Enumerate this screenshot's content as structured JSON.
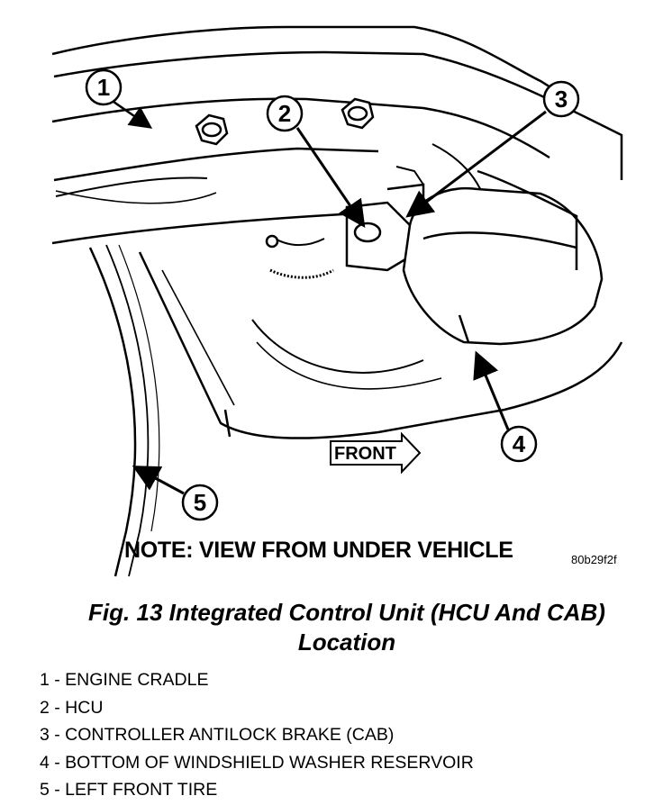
{
  "callouts": [
    "1",
    "2",
    "3",
    "4",
    "5"
  ],
  "front_label": "FRONT",
  "note": "NOTE: VIEW FROM UNDER VEHICLE",
  "figure_code": "80b29f2f",
  "caption": {
    "line1": "Fig. 13 Integrated Control Unit (HCU And CAB)",
    "line2": "Location"
  },
  "legend": [
    "1 - ENGINE CRADLE",
    "2 - HCU",
    "3 - CONTROLLER ANTILOCK BRAKE (CAB)",
    "4 - BOTTOM OF WINDSHIELD WASHER RESERVOIR",
    "5 - LEFT FRONT TIRE"
  ]
}
